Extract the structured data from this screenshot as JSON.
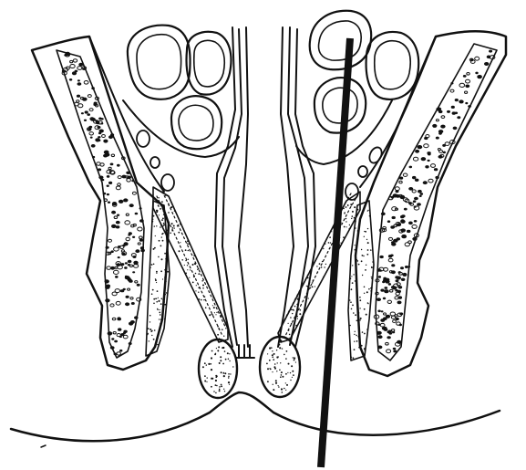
{
  "figure": {
    "labels": []
  },
  "colors": {
    "ink": "#111111",
    "paper": "#ffffff"
  },
  "parts": {
    "left_outer_wall": "left-outer-wall",
    "right_outer_wall": "right-outer-wall",
    "left_stippled_band": "left-stippled-band",
    "right_stippled_band": "right-stippled-band",
    "left_oval": "left-oval",
    "right_oval": "right-oval",
    "vertical_rod": "vertical-rod",
    "floor_curve": "floor-curve",
    "central_column": "central-column",
    "top_vessels": "top-vessels"
  }
}
